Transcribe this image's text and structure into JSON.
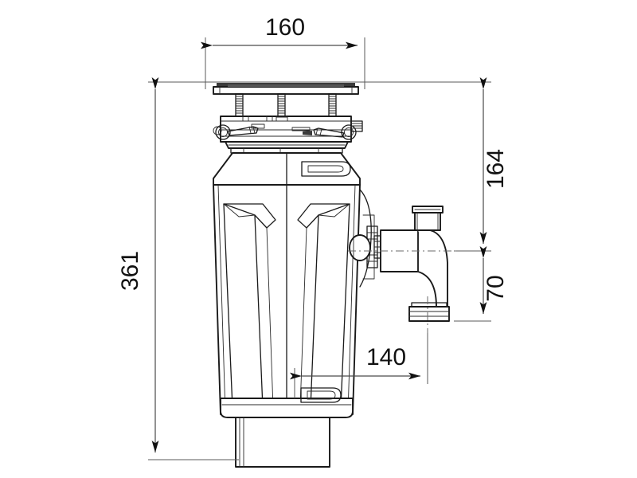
{
  "document": {
    "type": "technical-drawing",
    "subject": "food waste disposer dimensional drawing",
    "view": "front elevation",
    "units": "mm",
    "background_color": "#ffffff",
    "line_color": "#1a1a1a",
    "dimension_color": "#4a4a4a"
  },
  "dimensions": {
    "top_width": {
      "label": "160",
      "orientation": "horizontal",
      "position": "top",
      "measures": "sink flange outer width"
    },
    "overall_height": {
      "label": "361",
      "orientation": "vertical-rotated",
      "position": "left",
      "measures": "overall height from sink flange top to bottom of outlet"
    },
    "upper_right_height": {
      "label": "164",
      "orientation": "vertical-rotated",
      "position": "right",
      "measures": "flange top to discharge outlet centerline"
    },
    "lower_right_height": {
      "label": "70",
      "orientation": "vertical-rotated",
      "position": "right",
      "measures": "discharge outlet centerline to bottom of outlet spigot"
    },
    "outlet_projection": {
      "label": "140",
      "orientation": "horizontal",
      "position": "bottom",
      "measures": "body centerline to discharge outlet centerline"
    }
  },
  "parts": [
    {
      "name": "sink-flange",
      "description": "upper stainless sink flange plate"
    },
    {
      "name": "mounting-ring-assembly",
      "description": "mounting ring with clamp screws and suspension bolts"
    },
    {
      "name": "grinding-chamber-body",
      "description": "tapered main housing with side ribs"
    },
    {
      "name": "discharge-elbow",
      "description": "side discharge elbow with vent stub and lower spigot"
    },
    {
      "name": "motor-shroud-bottom",
      "description": "lower motor housing / anti-vibration mount"
    },
    {
      "name": "reset-recess-upper",
      "description": "upper oval recess detail"
    },
    {
      "name": "reset-recess-lower",
      "description": "lower oval recess detail"
    }
  ]
}
